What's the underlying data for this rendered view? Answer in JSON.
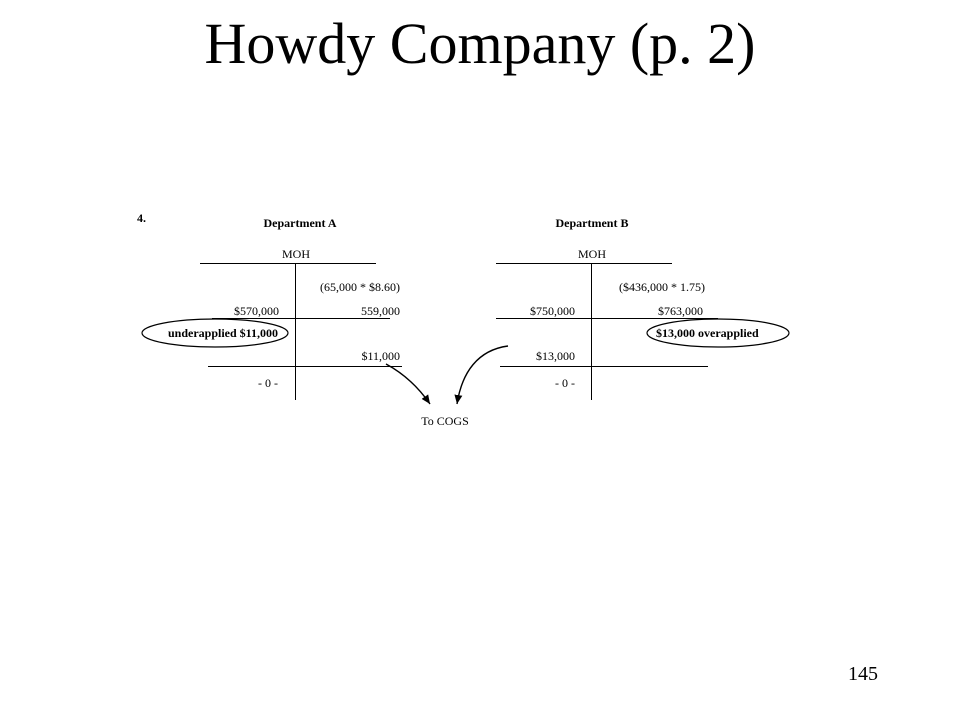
{
  "slide": {
    "title": "Howdy Company (p. 2)",
    "item_number": "4.",
    "page_number": "145"
  },
  "department_a": {
    "heading": "Department A",
    "account": "MOH",
    "calc_note": "(65,000 * $8.60)",
    "debit_actual": "$570,000",
    "credit_applied": "559,000",
    "balance_label": "underapplied  $11,000",
    "closing_credit": "$11,000",
    "ending_balance": "- 0 -"
  },
  "department_b": {
    "heading": "Department B",
    "account": "MOH",
    "calc_note": "($436,000 * 1.75)",
    "debit_actual": "$750,000",
    "credit_applied": "$763,000",
    "balance_label": "$13,000   overapplied",
    "closing_debit": "$13,000",
    "ending_balance": "- 0 -"
  },
  "destination_label": "To COGS"
}
